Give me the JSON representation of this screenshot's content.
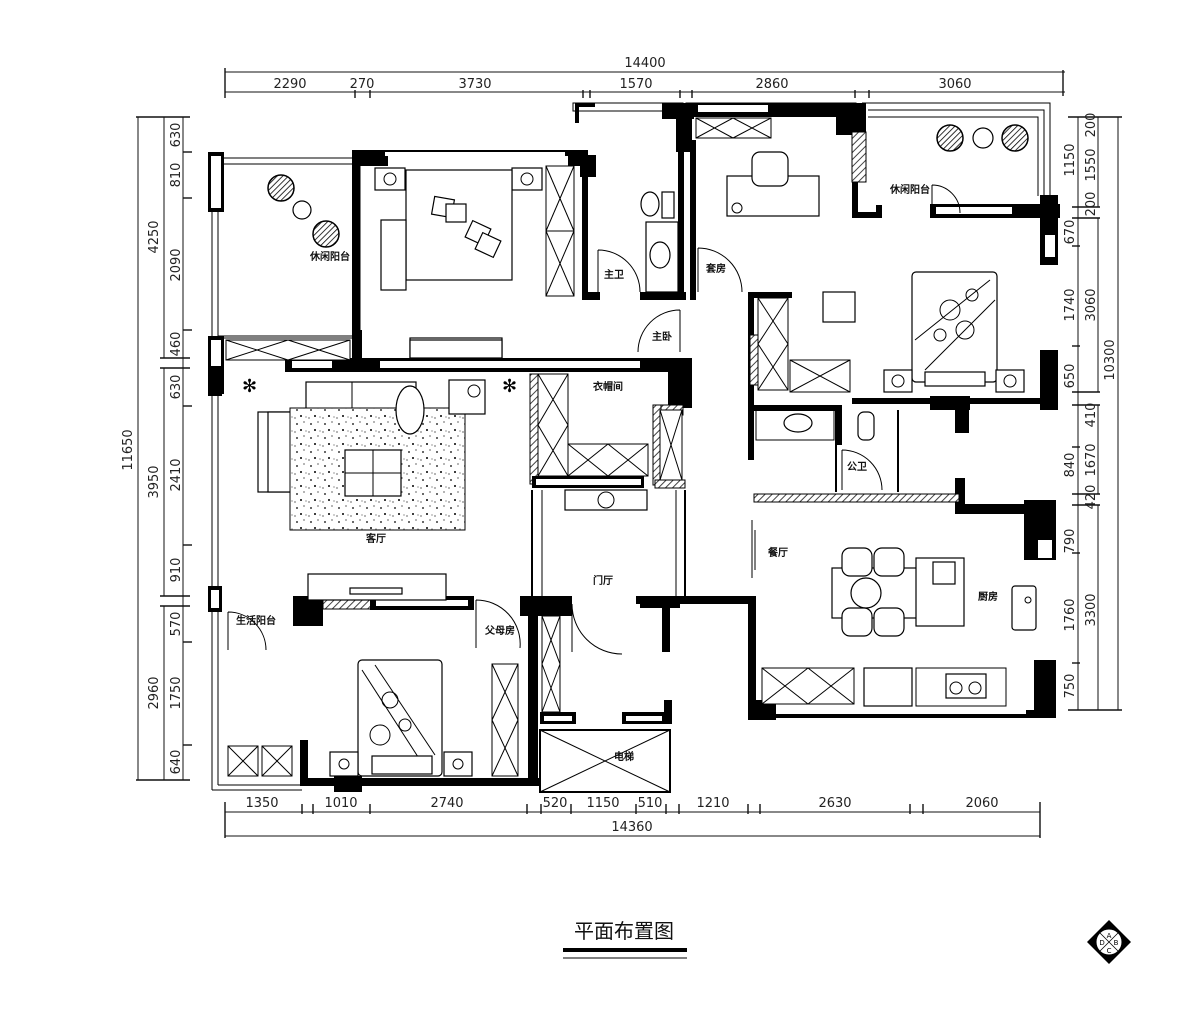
{
  "title": "平面布置图",
  "compass": {
    "letters": [
      "A",
      "B",
      "C",
      "D"
    ]
  },
  "dimensions": {
    "top_total": "14400",
    "top_segments": [
      "2290",
      "270",
      "3730",
      "1570",
      "2860",
      "3060"
    ],
    "bottom_total": "14360",
    "bottom_segments": [
      "1350",
      "1010",
      "2740",
      "520",
      "1150",
      "510",
      "1210",
      "2630",
      "2060"
    ],
    "left_total": "11650",
    "left_group_top": "4250",
    "left_group_mid": "3950",
    "left_group_bot": "2960",
    "left_segments": [
      "630",
      "810",
      "2090",
      "460",
      "630",
      "2410",
      "910",
      "570",
      "1750",
      "640"
    ],
    "right_total": "10300",
    "right_outer_top": [
      "200",
      "1550",
      "200"
    ],
    "right_group_1": "3060",
    "right_group_2": "1670",
    "right_group_2_parts": [
      "410",
      "420"
    ],
    "right_group_3": "3300",
    "right_segments": [
      "1150",
      "670",
      "1740",
      "650",
      "840",
      "790",
      "1760",
      "750"
    ]
  },
  "rooms": {
    "leisure_balcony_left": "休闲阳台",
    "leisure_balcony_right": "休闲阳台",
    "master_bath": "主卫",
    "study": "套房",
    "master_bedroom": "主卧",
    "walk_in_closet": "衣帽间",
    "living_room": "客厅",
    "foyer": "门厅",
    "service_balcony": "生活阳台",
    "parents_room": "父母房",
    "elevator": "电梯",
    "dining_room": "餐厅",
    "kitchen": "厨房",
    "public_bath": "公卫"
  }
}
